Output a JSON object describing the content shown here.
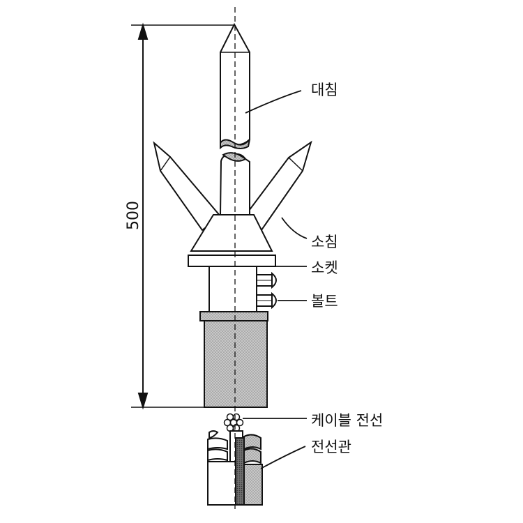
{
  "dimension": {
    "value": "500"
  },
  "labels": {
    "main_rod": "대침",
    "side_rods": "소침",
    "socket": "소켓",
    "bolt": "볼트",
    "cable": "케이블 전선",
    "conduit": "전선관"
  },
  "colors": {
    "line": "#111111",
    "fill": "#ffffff",
    "shade": "#bdbdbd",
    "dark_shade": "#6e6e6e"
  }
}
